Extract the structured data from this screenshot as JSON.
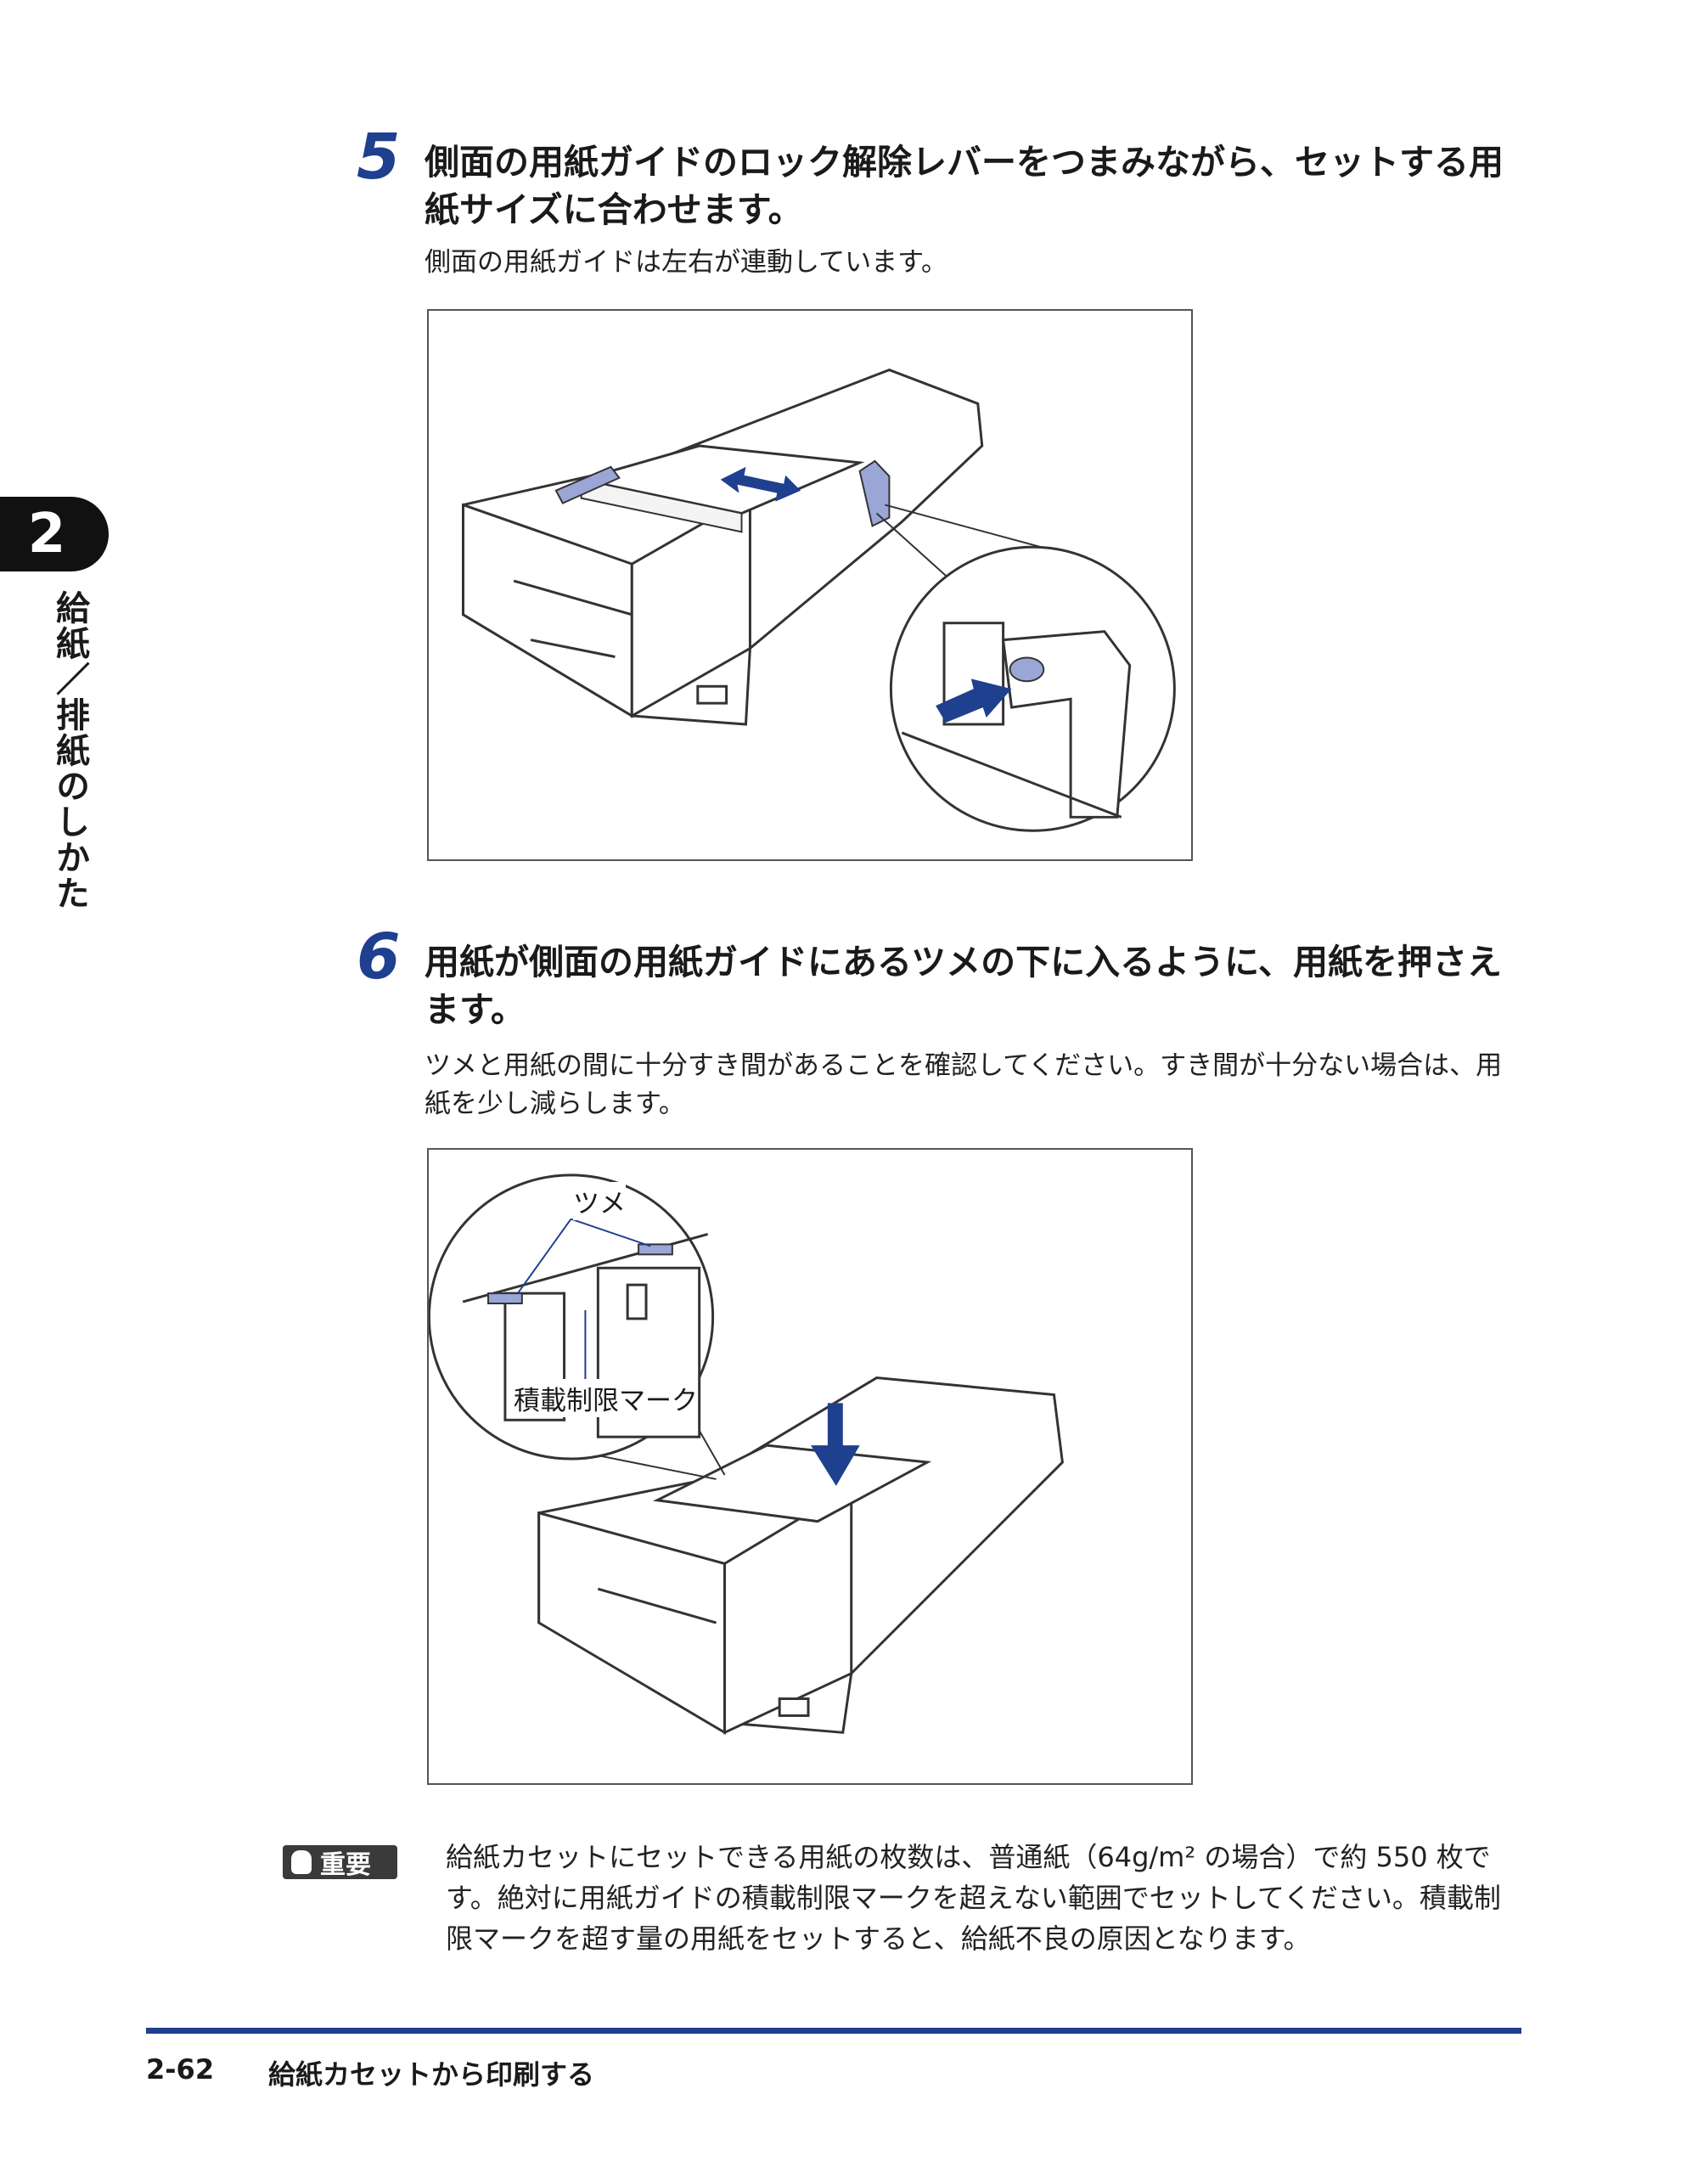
{
  "chapter": {
    "number": "2",
    "title": "給紙／排紙のしかた"
  },
  "steps": [
    {
      "number": "5",
      "title": "側面の用紙ガイドのロック解除レバーをつまみながら、セットする用紙サイズに合わせます。",
      "description": "側面の用紙ガイドは左右が連動しています。"
    },
    {
      "number": "6",
      "title": "用紙が側面の用紙ガイドにあるツメの下に入るように、用紙を押さえます。",
      "description": "ツメと用紙の間に十分すき間があることを確認してください。すき間が十分ない場合は、用紙を少し減らします。",
      "callouts": {
        "claw": "ツメ",
        "limit_mark": "積載制限マーク"
      }
    }
  ],
  "important": {
    "label": "重要",
    "text": "給紙カセットにセットできる用紙の枚数は、普通紙（64g/m² の場合）で約 550 枚です。絶対に用紙ガイドの積載制限マークを超えない範囲でセットしてください。積載制限マークを超す量の用紙をセットすると、給紙不良の原因となります。"
  },
  "footer": {
    "page": "2-62",
    "title": "給紙カセットから印刷する"
  },
  "colors": {
    "accent": "#1f3f8f",
    "guide_blue": "#9aa6d6",
    "arrow": "#1f3f8f"
  }
}
